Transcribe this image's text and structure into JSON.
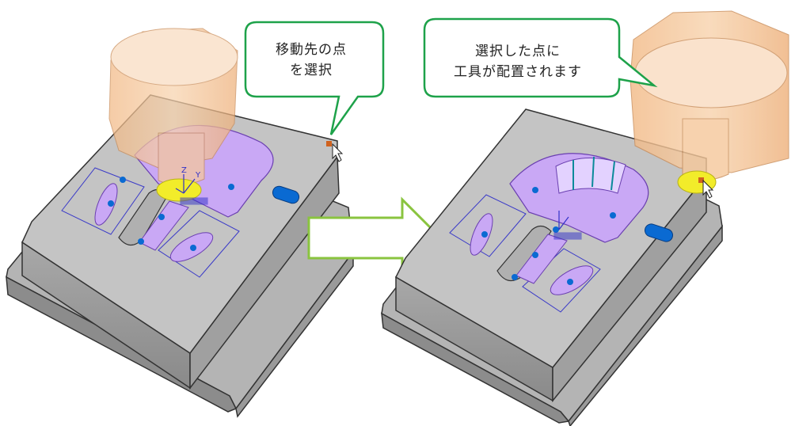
{
  "callouts": {
    "before": {
      "line1": "移動先の点",
      "line2": "を選択"
    },
    "after": {
      "line1": "選択した点に",
      "line2": "工具が配置されます"
    }
  },
  "axis_labels": {
    "z": "Z",
    "y": "Y"
  },
  "colors": {
    "callout_border": "#1ea24a",
    "arrow_border": "#8ac43f",
    "part_fill": "#c0c0c0",
    "cavity_fill": "#c9a8f5",
    "pin_fill": "#0a6ad2",
    "tool_fill": "#f5c28f",
    "selected_point": "#d0621e",
    "ball_end": "#f2ec2a",
    "csys_color": "#3030c8"
  },
  "icons": [
    "mouse-cursor-icon",
    "right-arrow-icon",
    "coordinate-system-icon"
  ]
}
